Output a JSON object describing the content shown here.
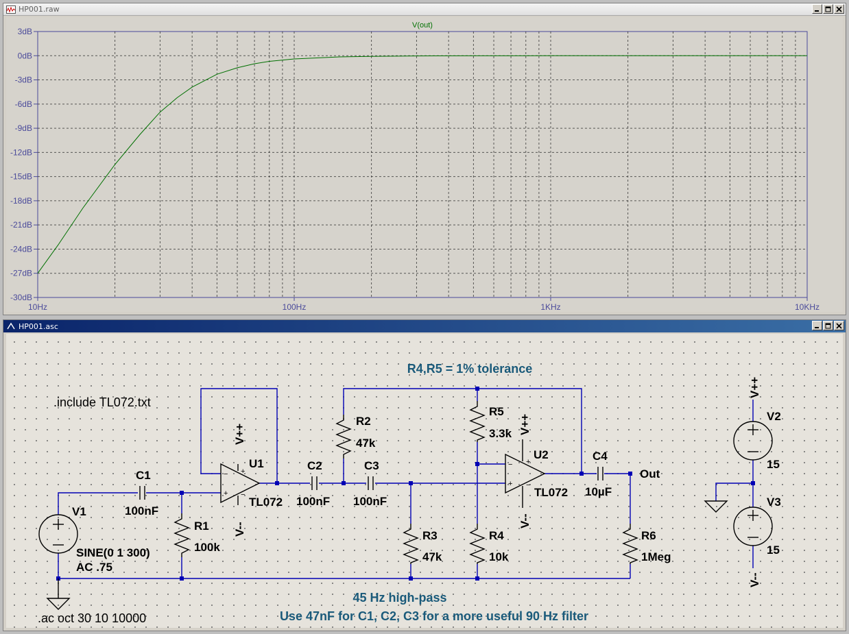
{
  "plot_window": {
    "title": "HP001.raw",
    "trace_label": "V(out)"
  },
  "schematic_window": {
    "title": "HP001.asc",
    "directives": {
      "include": ".include TL072.txt",
      "ac": ".ac oct 30 10 10000"
    },
    "notes": {
      "tolerance": "R4,R5 = 1% tolerance",
      "filter": "45 Hz high-pass",
      "suggestion": "Use 47nF for C1, C2, C3 for a more useful 90 Hz filter"
    },
    "components": {
      "v1": {
        "name": "V1",
        "value": "SINE(0 1 300)",
        "ac": "AC .75"
      },
      "c1": {
        "name": "C1",
        "value": "100nF"
      },
      "r1": {
        "name": "R1",
        "value": "100k"
      },
      "u1": {
        "name": "U1",
        "value": "TL072"
      },
      "c2": {
        "name": "C2",
        "value": "100nF"
      },
      "r2": {
        "name": "R2",
        "value": "47k"
      },
      "c3": {
        "name": "C3",
        "value": "100nF"
      },
      "r3": {
        "name": "R3",
        "value": "47k"
      },
      "r5": {
        "name": "R5",
        "value": "3.3k"
      },
      "r4": {
        "name": "R4",
        "value": "10k"
      },
      "u2": {
        "name": "U2",
        "value": "TL072"
      },
      "c4": {
        "name": "C4",
        "value": "10µF"
      },
      "r6": {
        "name": "R6",
        "value": "1Meg"
      },
      "v2": {
        "name": "V2",
        "value": "15"
      },
      "v3": {
        "name": "V3",
        "value": "15"
      }
    },
    "net_labels": {
      "vpp": "V++",
      "vmm": "V--",
      "out": "Out"
    }
  },
  "colors": {
    "trace": "#007000",
    "plot_axes": "#4a4a9a",
    "wire": "#0000b4",
    "note_text": "#1a5a7a"
  },
  "chart_data": {
    "type": "line",
    "title": "V(out)",
    "x_scale": "log",
    "xlim": [
      10,
      10000
    ],
    "x_tick_labels": [
      "10Hz",
      "100Hz",
      "1KHz",
      "10KHz"
    ],
    "ylim": [
      -30,
      3
    ],
    "y_ticks": [
      3,
      0,
      -3,
      -6,
      -9,
      -12,
      -15,
      -18,
      -21,
      -24,
      -27,
      -30
    ],
    "y_tick_labels": [
      "3dB",
      "0dB",
      "-3dB",
      "-6dB",
      "-9dB",
      "-12dB",
      "-15dB",
      "-18dB",
      "-21dB",
      "-24dB",
      "-27dB",
      "-30dB"
    ],
    "grid": true,
    "series": [
      {
        "name": "V(out)",
        "x": [
          10,
          12,
          15,
          20,
          25,
          30,
          35,
          40,
          50,
          60,
          70,
          80,
          100,
          150,
          200,
          300,
          500,
          1000,
          2000,
          5000,
          10000
        ],
        "y": [
          -27,
          -23.5,
          -18.9,
          -13.5,
          -9.8,
          -7.0,
          -5.2,
          -3.9,
          -2.3,
          -1.5,
          -1.0,
          -0.7,
          -0.4,
          -0.15,
          -0.08,
          -0.03,
          -0.01,
          0,
          0,
          0,
          0
        ]
      }
    ]
  }
}
